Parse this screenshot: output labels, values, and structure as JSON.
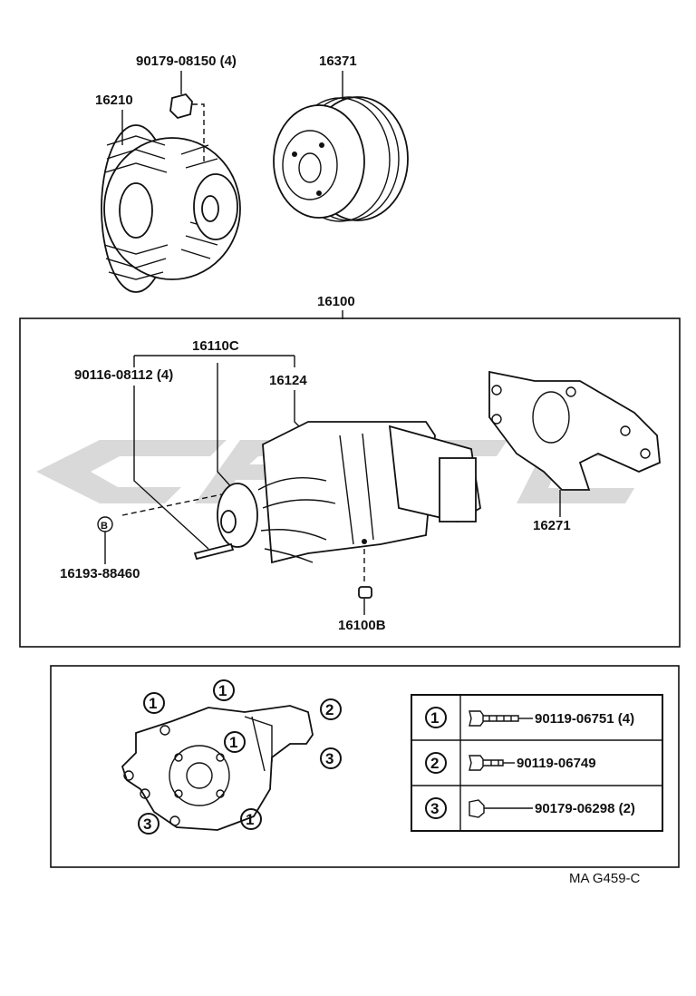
{
  "parts": {
    "bolt_top": "90179-08150 (4)",
    "pulley": "16371",
    "fan_clutch": "16210",
    "water_pump_assy": "16100",
    "water_pump_sub": "16110C",
    "stud_bolt": "90116-08112 (4)",
    "gasket_1": "16124",
    "gasket_2": "16271",
    "note_b_part": "16193-88460",
    "plug": "16100B",
    "note_b_symbol": "B"
  },
  "inset": {
    "callouts": [
      "1",
      "1",
      "1",
      "1",
      "2",
      "3",
      "3"
    ],
    "table": [
      {
        "num": "1",
        "part": "90119-06751 (4)"
      },
      {
        "num": "2",
        "part": "90119-06749"
      },
      {
        "num": "3",
        "part": "90179-06298 (2)"
      }
    ]
  },
  "ref_code": "MA G459-C"
}
